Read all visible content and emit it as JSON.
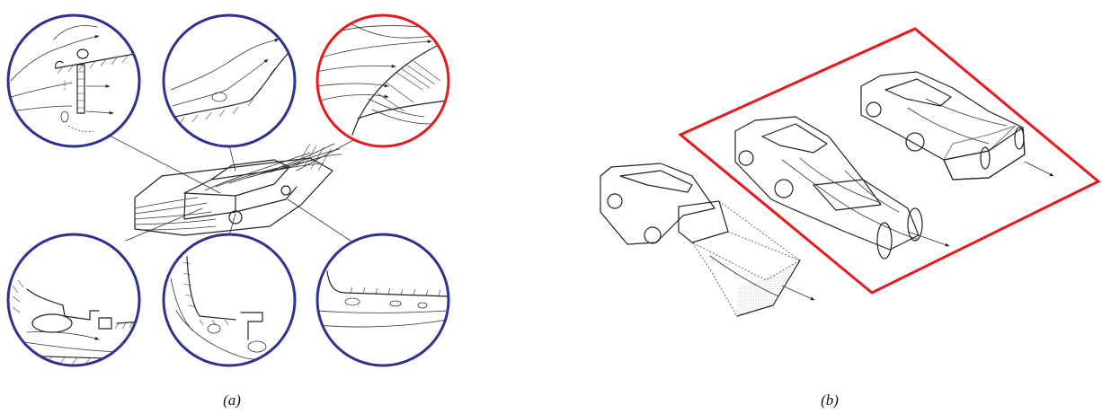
{
  "captions": {
    "a": "(a)",
    "b": "(b)"
  },
  "colors": {
    "detail_circle": "#2e3192",
    "highlight": "#e6191e",
    "ink": "#222222",
    "background": "#ffffff"
  },
  "panels": [
    {
      "id": "a",
      "description_icon": "car-flow-detail-icon",
      "detail_circles": 6,
      "highlighted_circle": "top-right"
    },
    {
      "id": "b",
      "description_icon": "car-wake-models-icon",
      "models": 3,
      "highlighted_models": 2
    }
  ]
}
